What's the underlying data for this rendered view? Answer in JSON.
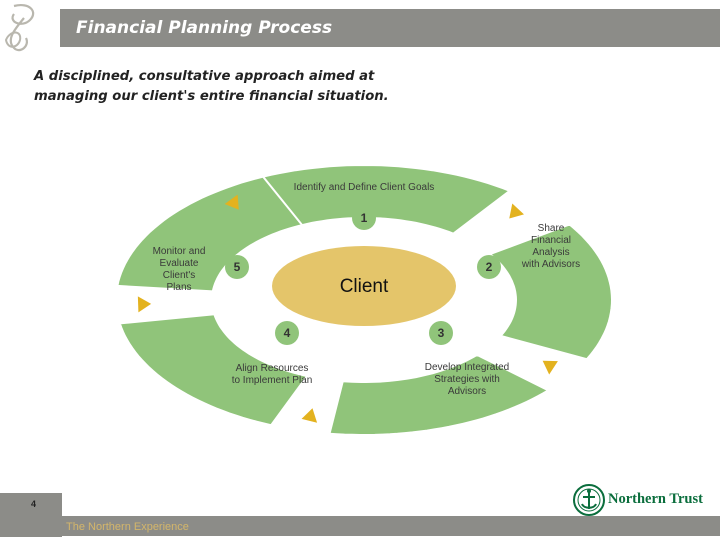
{
  "header": {
    "title": "Financial Planning Process"
  },
  "subtitle": {
    "line1": "A disciplined, consultative approach aimed at",
    "line2": "managing our client's entire financial situation."
  },
  "diagram": {
    "center": "Client",
    "steps": [
      {
        "number": "1",
        "lines": [
          "Identify and Define Client Goals"
        ]
      },
      {
        "number": "2",
        "lines": [
          "Share",
          "Financial",
          "Analysis",
          "with Advisors"
        ]
      },
      {
        "number": "3",
        "lines": [
          "Develop Integrated",
          "Strategies with",
          "Advisors"
        ]
      },
      {
        "number": "4",
        "lines": [
          "Align Resources",
          "to Implement Plan"
        ]
      },
      {
        "number": "5",
        "lines": [
          "Monitor and",
          "Evaluate",
          "Client's",
          "Plans"
        ]
      }
    ],
    "colors": {
      "segment": "#90c47a",
      "center": "#e4c56a",
      "arrow": "#e3b21f",
      "outline": "#ffffff"
    }
  },
  "footer": {
    "page_number": "4",
    "tagline": "The Northern Experience"
  },
  "brand": {
    "name": "Northern Trust",
    "color": "#0b6e3d",
    "icon": "anchor-seal-icon"
  }
}
